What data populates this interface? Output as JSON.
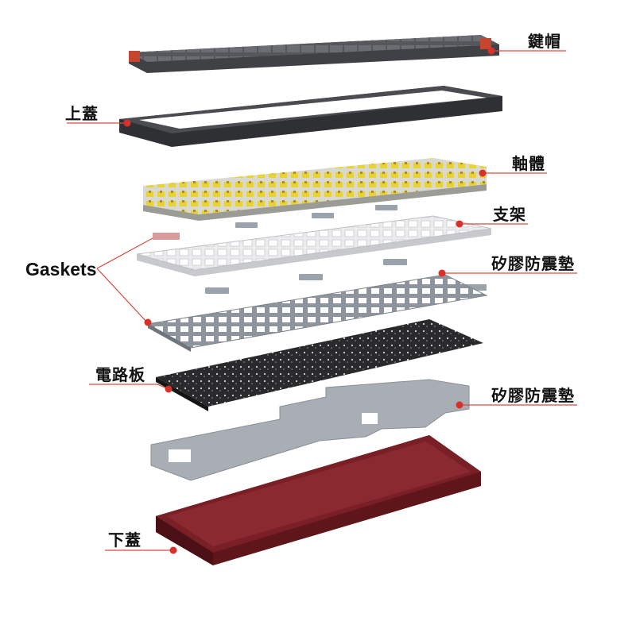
{
  "labels": {
    "keycaps": "鍵帽",
    "top_case": "上蓋",
    "switches": "軸體",
    "plate": "支架",
    "gaskets": "Gaskets",
    "silicone_pad_upper": "矽膠防震墊",
    "pcb": "電路板",
    "silicone_pad_lower": "矽膠防震墊",
    "bottom_case": "下蓋"
  },
  "colors": {
    "callout_line": "#d94a3a",
    "callout_dot": "#d9312a",
    "keycap_body": "#4a4c50",
    "keycap_accent": "#c6452f",
    "top_frame": "#3a3b3e",
    "switch_yellow": "#e8d23a",
    "plate_white": "#ececee",
    "gasket_pad": "#9aa3ab",
    "pcb_black": "#2a2a2c",
    "foam_gray": "#a9aeb4",
    "bottom_red": "#7a1f25"
  }
}
